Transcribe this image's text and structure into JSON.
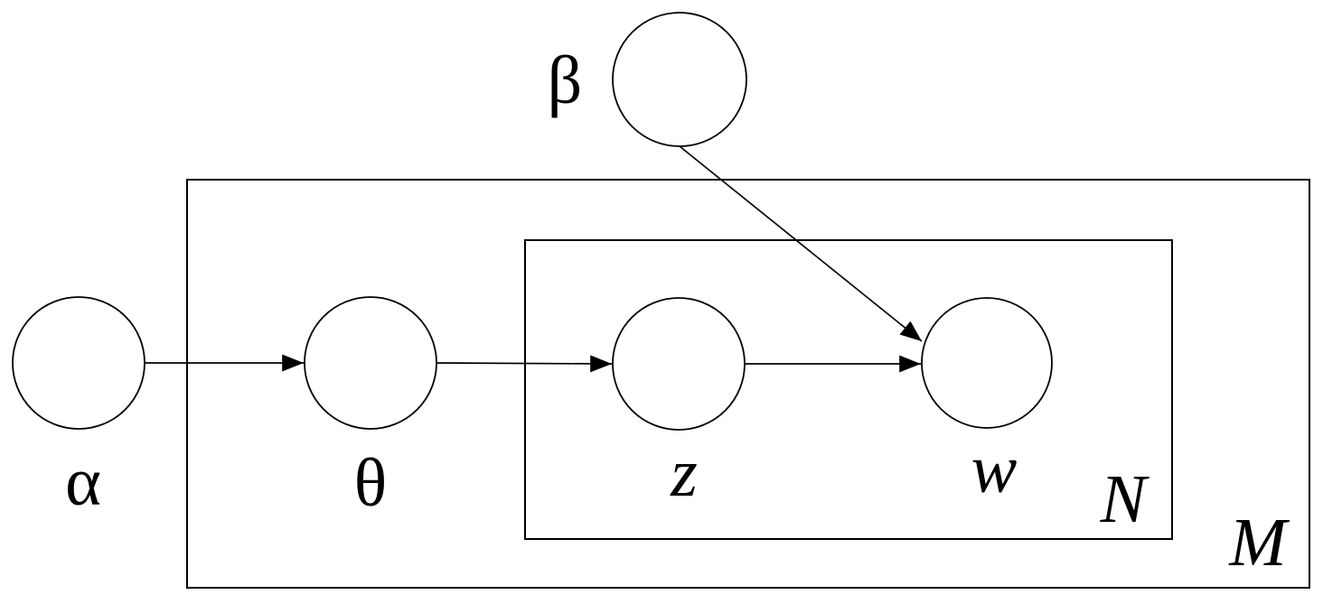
{
  "diagram": {
    "kind": "plate-notation-graphical-model",
    "nodes": [
      {
        "id": "alpha",
        "label": "α",
        "shape": "circle",
        "filled": false
      },
      {
        "id": "theta",
        "label": "θ",
        "shape": "circle",
        "filled": false
      },
      {
        "id": "z",
        "label": "z",
        "shape": "circle",
        "filled": false
      },
      {
        "id": "w",
        "label": "w",
        "shape": "circle",
        "filled": true
      },
      {
        "id": "beta",
        "label": "β",
        "shape": "circle",
        "filled": false
      }
    ],
    "plates": [
      {
        "id": "outer",
        "label": "M"
      },
      {
        "id": "inner",
        "label": "N"
      }
    ],
    "edges": [
      {
        "from": "alpha",
        "to": "theta"
      },
      {
        "from": "theta",
        "to": "z"
      },
      {
        "from": "z",
        "to": "w"
      },
      {
        "from": "beta",
        "to": "w"
      }
    ],
    "colors": {
      "stroke": "#000000",
      "observed_node_fill": "#7f7f7f",
      "background": "#ffffff"
    }
  }
}
